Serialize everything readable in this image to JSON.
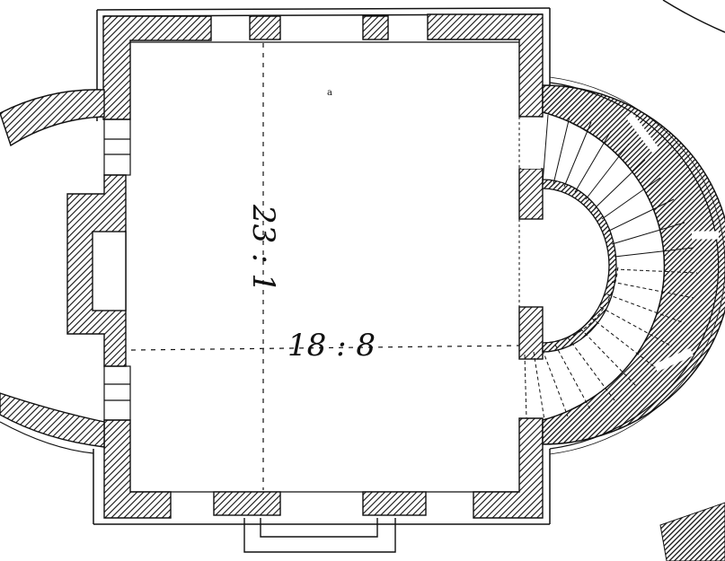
{
  "colors": {
    "ink": "#111111",
    "paper": "#ffffff",
    "hatch_light": "#8a8a8a"
  },
  "labels": {
    "height_dimension": "23 : 1",
    "width_dimension": "18 : 8",
    "room_mark": "a"
  }
}
